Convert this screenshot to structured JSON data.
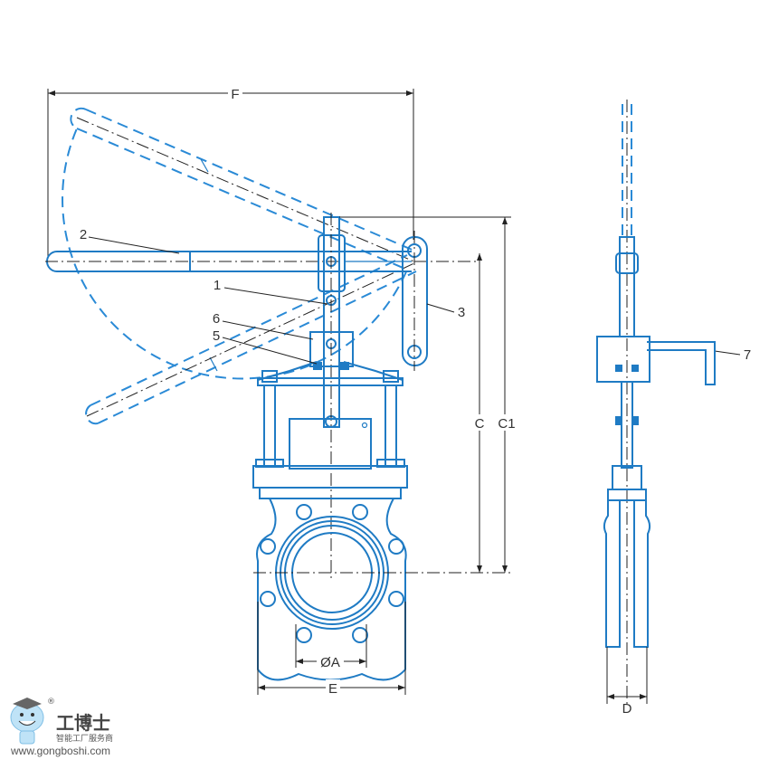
{
  "drawing": {
    "line_color": "#1f7bc4",
    "dimensions": {
      "F": "F",
      "C": "C",
      "C1": "C1",
      "A": "ØA",
      "E": "E",
      "D": "D"
    },
    "callouts": [
      "1",
      "2",
      "3",
      "5",
      "6",
      "7"
    ]
  },
  "logo": {
    "name": "工博士",
    "tagline": "智能工厂服务商",
    "url": "www.gongboshi.com",
    "registered": "®"
  }
}
